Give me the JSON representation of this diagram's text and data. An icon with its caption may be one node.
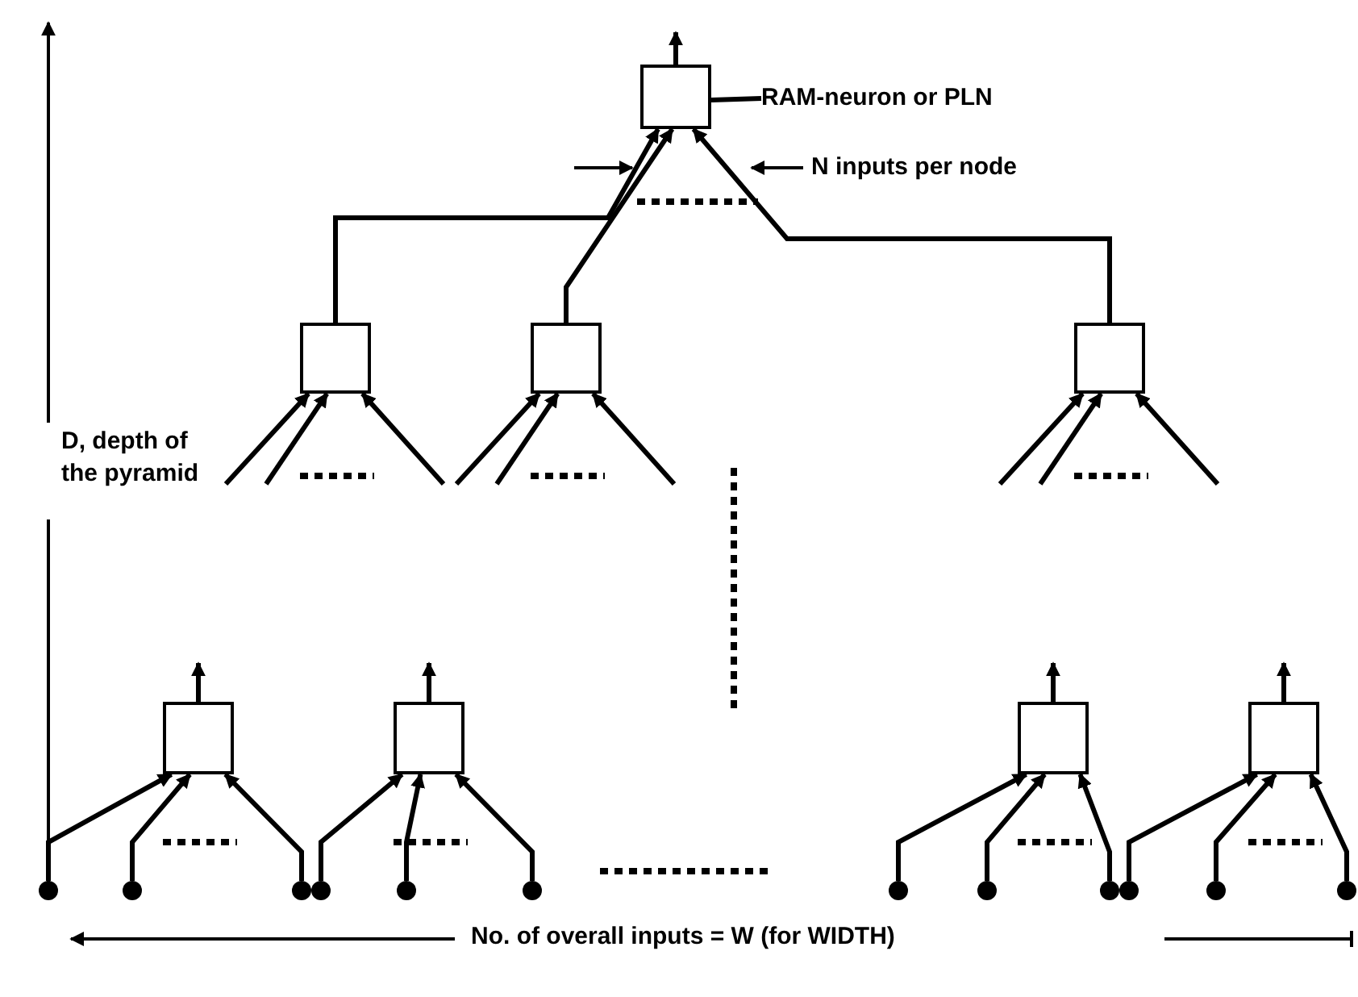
{
  "diagram": {
    "nodes": [
      {
        "text": [],
        "shape": "box"
      },
      {
        "text": [
          "RAM-neuron or PLN"
        ]
      },
      {
        "text": [],
        "shape": "box"
      },
      {
        "text": [],
        "shape": "box"
      },
      {
        "text": [],
        "shape": "box"
      },
      {
        "text": [],
        "shape": "box"
      },
      {
        "text": [],
        "shape": "box"
      },
      {
        "text": [],
        "shape": "box"
      },
      {
        "text": [],
        "shape": "box"
      },
      {
        "text": [],
        "shape": "circle"
      },
      {
        "text": [],
        "shape": "circle"
      },
      {
        "text": [],
        "shape": "circle"
      },
      {
        "text": [],
        "shape": "circle"
      },
      {
        "text": [],
        "shape": "circle"
      },
      {
        "text": [],
        "shape": "circle"
      },
      {
        "text": [],
        "shape": "circle"
      },
      {
        "text": [],
        "shape": "circle"
      },
      {
        "text": [],
        "shape": "circle"
      },
      {
        "text": [],
        "shape": "circle"
      },
      {
        "text": [],
        "shape": "circle"
      },
      {
        "text": [],
        "shape": "circle"
      }
    ],
    "edges": [
      {
        "from": 0,
        "to": null,
        "arrow": "to"
      },
      {
        "from": 1,
        "to": 0,
        "arrow": "none"
      },
      {
        "from": 2,
        "to": 0,
        "arrow": "to"
      },
      {
        "from": 3,
        "to": 0,
        "arrow": "to"
      },
      {
        "from": 4,
        "to": 0,
        "arrow": "to"
      },
      {
        "from": null,
        "to": 2,
        "arrow": "to"
      },
      {
        "from": null,
        "to": 2,
        "arrow": "to"
      },
      {
        "from": null,
        "to": 2,
        "arrow": "to"
      },
      {
        "from": null,
        "to": 3,
        "arrow": "to"
      },
      {
        "from": null,
        "to": 3,
        "arrow": "to"
      },
      {
        "from": null,
        "to": 3,
        "arrow": "to"
      },
      {
        "from": null,
        "to": 4,
        "arrow": "to"
      },
      {
        "from": null,
        "to": 4,
        "arrow": "to"
      },
      {
        "from": null,
        "to": 4,
        "arrow": "to"
      },
      {
        "from": 5,
        "to": null,
        "arrow": "to"
      },
      {
        "from": 6,
        "to": null,
        "arrow": "to"
      },
      {
        "from": 7,
        "to": null,
        "arrow": "to"
      },
      {
        "from": 8,
        "to": null,
        "arrow": "to"
      },
      {
        "from": 9,
        "to": 5,
        "arrow": "to"
      },
      {
        "from": 10,
        "to": 5,
        "arrow": "to"
      },
      {
        "from": 11,
        "to": 5,
        "arrow": "to"
      },
      {
        "from": 12,
        "to": 6,
        "arrow": "to"
      },
      {
        "from": 13,
        "to": 6,
        "arrow": "to"
      },
      {
        "from": 14,
        "to": 6,
        "arrow": "to"
      },
      {
        "from": 15,
        "to": 7,
        "arrow": "to"
      },
      {
        "from": 16,
        "to": 7,
        "arrow": "to"
      },
      {
        "from": 17,
        "to": 7,
        "arrow": "to"
      },
      {
        "from": 18,
        "to": 8,
        "arrow": "to"
      },
      {
        "from": 19,
        "to": 8,
        "arrow": "to"
      },
      {
        "from": 20,
        "to": 8,
        "arrow": "to"
      }
    ],
    "labels": [
      "D, depth of the pyramid",
      "N inputs per node",
      "No. of overall inputs = W (for WIDTH)"
    ]
  }
}
